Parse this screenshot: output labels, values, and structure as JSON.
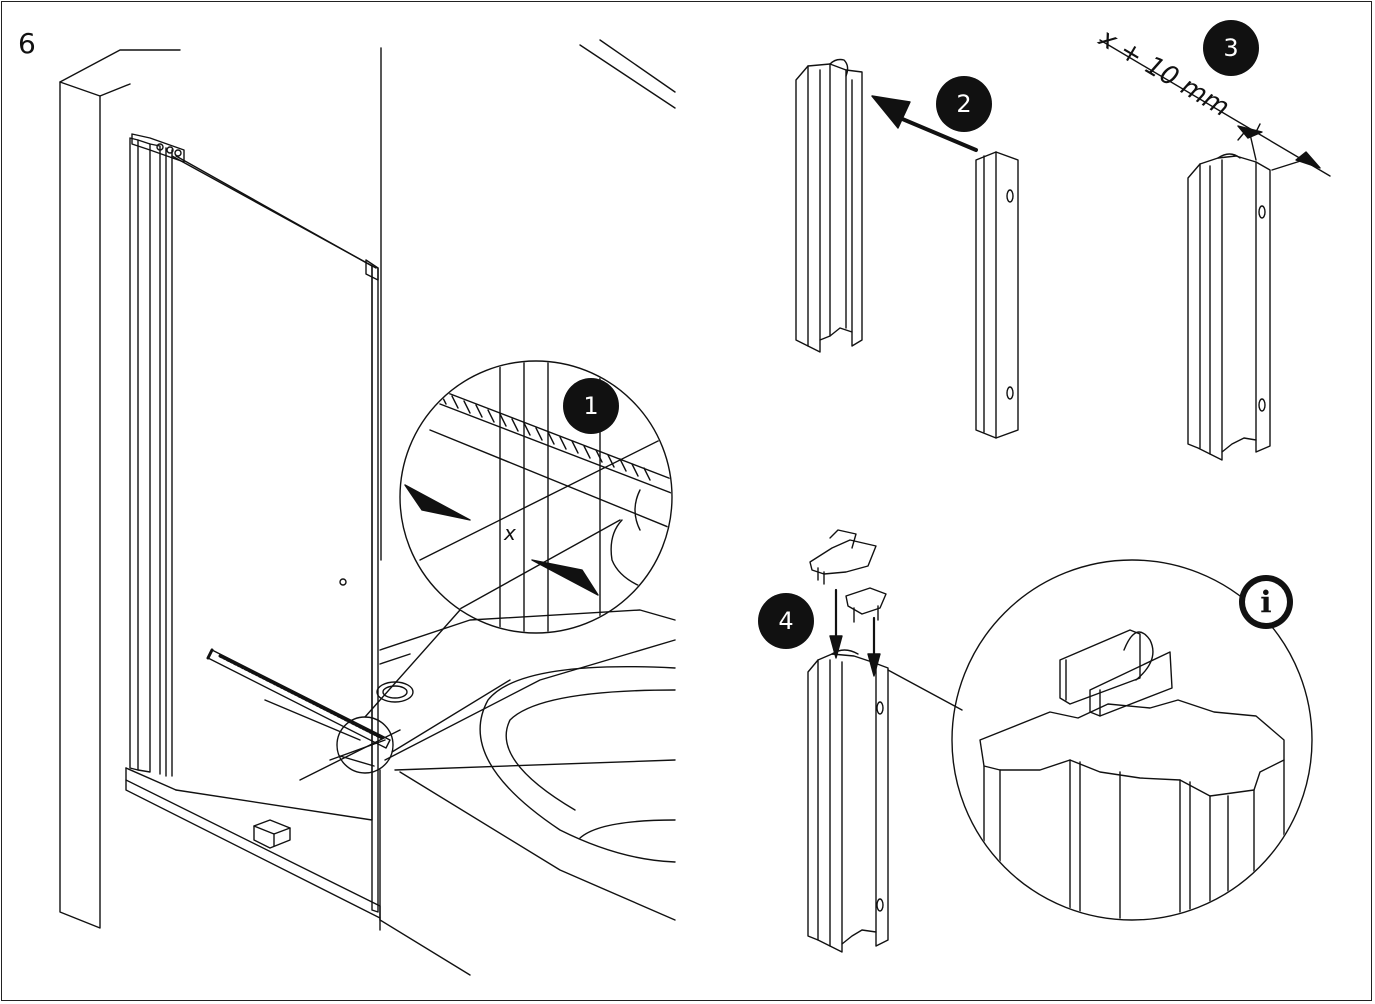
{
  "figure": {
    "number": "6",
    "measurement_label": "x",
    "dimension_label": "x + 10 mm",
    "info_icon_glyph": "i"
  },
  "steps": [
    {
      "label": "1"
    },
    {
      "label": "2"
    },
    {
      "label": "3"
    },
    {
      "label": "4"
    }
  ],
  "icons": {
    "info": "info-icon",
    "arrow": "arrow-icon"
  },
  "colors": {
    "line": "#111111",
    "badge": "#111111",
    "badge_text": "#ffffff",
    "background": "#ffffff"
  }
}
